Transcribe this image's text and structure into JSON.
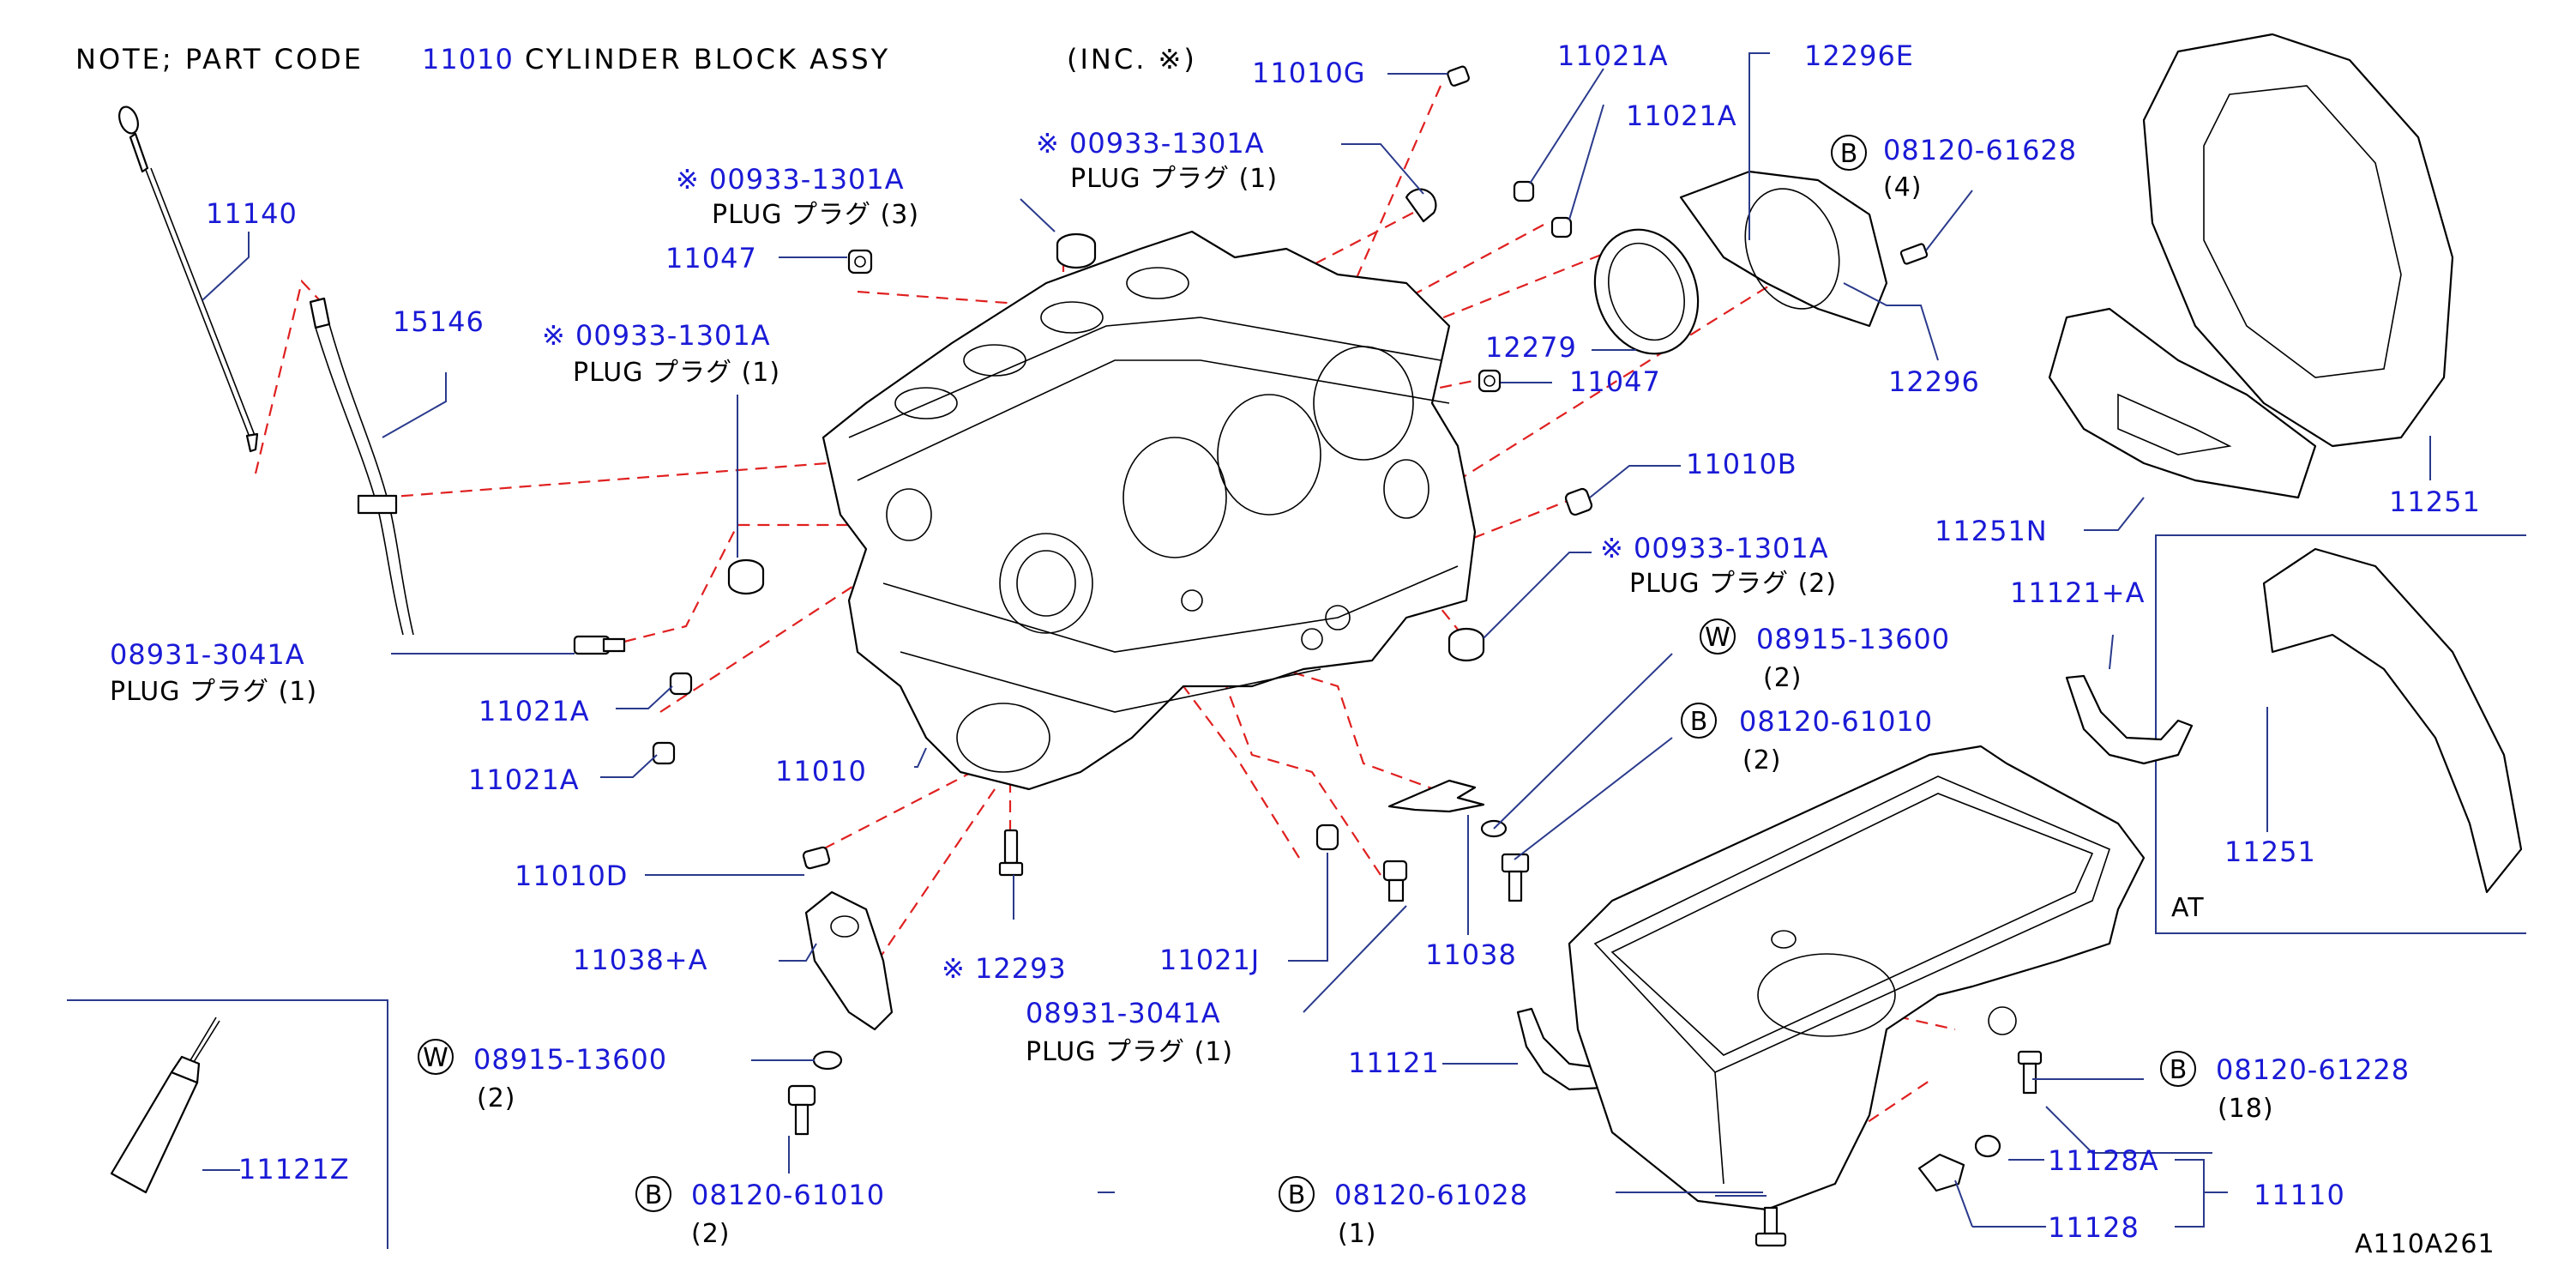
{
  "note": {
    "prefix": "NOTE;   PART   CODE",
    "code": "11010",
    "suffix": "CYLINDER   BLOCK   ASSY",
    "inc": "(INC.  ※)"
  },
  "diagram_id": "A110A261",
  "at_box_label": "AT",
  "callouts": {
    "c11140": "11140",
    "c15146": "15146",
    "c11047a": "11047",
    "c11047b": "11047",
    "plug3_code": "※ 00933-1301A",
    "plug3_text": "PLUG      プラグ  (3)",
    "plug1a_code": "※ 00933-1301A",
    "plug1a_text": "PLUG      プラグ  (1)",
    "plug1b_code": "※ 00933-1301A",
    "plug1b_text": "PLUG      プラグ  (1)",
    "plug2_code": "※ 00933-1301A",
    "plug2_text": "PLUG      プラグ  (2)",
    "c11010g": "11010G",
    "c11021a_1": "11021A",
    "c11021a_2": "11021A",
    "c11021a_3": "11021A",
    "c11021a_4": "11021A",
    "c12296e": "12296E",
    "b61628_code": "08120-61628",
    "b61628_qty": "(4)",
    "c12279": "12279",
    "c12296": "12296",
    "c11010b": "11010B",
    "c11251_top": "11251",
    "c11251n": "11251N",
    "c11121a": "11121+A",
    "c11251_at": "11251",
    "plug3041_a_code": "08931-3041A",
    "plug3041_a_text": "PLUG      プラグ  (1)",
    "plug3041_b_code": "08931-3041A",
    "plug3041_b_text": "PLUG      プラグ  (1)",
    "c11010": "11010",
    "w13600_a_code": "08915-13600",
    "w13600_a_qty": "(2)",
    "b61010_a_code": "08120-61010",
    "b61010_a_qty": "(2)",
    "c11010d": "11010D",
    "c11038a": "11038+A",
    "c12293": "※ 12293",
    "c11021j": "11021J",
    "c11038": "11038",
    "w13600_b_code": "08915-13600",
    "w13600_b_qty": "(2)",
    "b61010_b_code": "08120-61010",
    "b61010_b_qty": "(2)",
    "c11121z": "11121Z",
    "c11121": "11121",
    "b61228_code": "08120-61228",
    "b61228_qty": "(18)",
    "c11128a": "11128A",
    "c11110": "11110",
    "c11128": "11128",
    "b61028_code": "08120-61028",
    "b61028_qty": "(1)"
  },
  "symbols": {
    "bolt": "B",
    "washer": "W"
  }
}
